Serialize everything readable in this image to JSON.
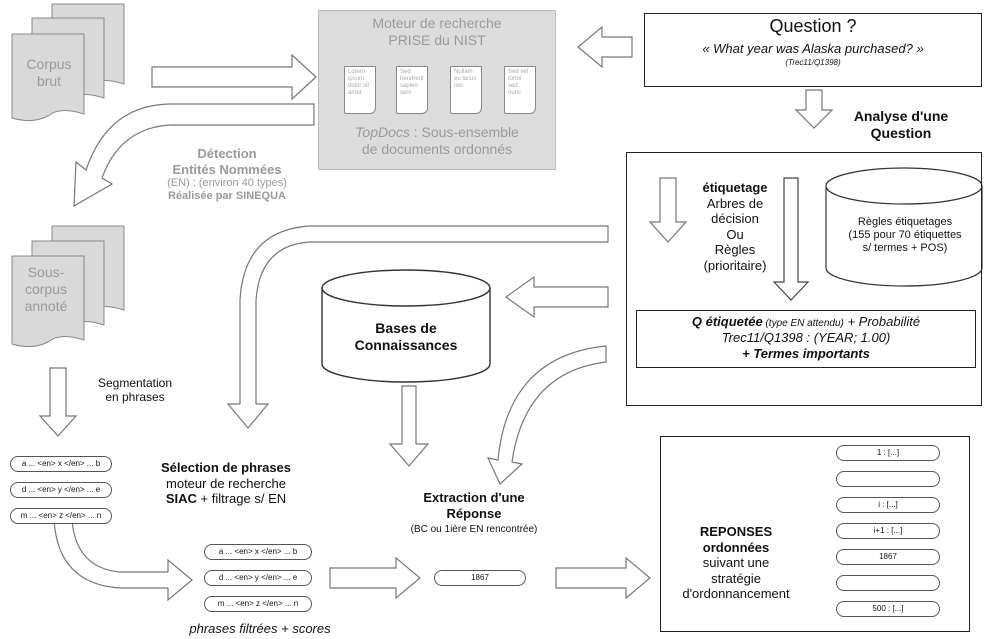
{
  "corpus": {
    "label1": "Corpus",
    "label2": "brut"
  },
  "search_engine": {
    "line1": "Moteur de recherche",
    "line2": "PRISE du NIST",
    "docs": [
      {
        "l1": "Lorem",
        "l2": "ipsum",
        "l3": "dolor sit",
        "l4": "amet"
      },
      {
        "l1": "Sed",
        "l2": "hendrerit",
        "l3": "sapien",
        "l4": "sem"
      },
      {
        "l1": "Nullam",
        "l2": "eu lacus",
        "l3": "nec",
        "l4": ""
      },
      {
        "l1": "Sed vel",
        "l2": "tortor",
        "l3": "sed",
        "l4": "nunc"
      }
    ],
    "topdocs_a": "TopDocs",
    "topdocs_b": " : Sous-ensemble",
    "topdocs_c": "de documents ordonnés"
  },
  "question": {
    "title": "Question ?",
    "quote": "« What year was Alaska purchased? »",
    "ref": "(Trec11/Q1398)"
  },
  "analyse": {
    "line1": "Analyse d'une",
    "line2": "Question"
  },
  "detection": {
    "l1": "Détection",
    "l2": "Entités Nommées",
    "l3": "(EN) ; (environ 40 types)",
    "l4": "Réalisée par SINEQUA"
  },
  "sous_corpus": {
    "l1": "Sous-",
    "l2": "corpus",
    "l3": "annoté"
  },
  "etiquetage": {
    "title": "étiquetage",
    "l1": "Arbres de",
    "l2": "décision",
    "l3": "Ou",
    "l4": "Règles",
    "l5": "(prioritaire)"
  },
  "regles": {
    "l1": "Règles étiquetages",
    "l2": "(155 pour 70 étiquettes",
    "l3": "s/ termes + POS)"
  },
  "q_etiquetee": {
    "a": "Q étiquetée",
    "b": " (type EN attendu)",
    "c": " + Probabilité",
    "line2": "Trec11/Q1398 : (YEAR; 1.00)",
    "line3": "+ Termes importants"
  },
  "bases": {
    "l1": "Bases de",
    "l2": "Connaissances"
  },
  "segmentation": {
    "l1": "Segmentation",
    "l2": "en phrases"
  },
  "sentences_left": [
    "a ... <en> x </en> ... b",
    "d ... <en> y </en> ... e",
    "m ... <en> z </en> ... n"
  ],
  "selection": {
    "l1": "Sélection de phrases",
    "l2": "moteur de recherche",
    "l3a": "SIAC",
    "l3b": " + filtrage s/ EN"
  },
  "sentences_filtered": [
    "a ... <en> x </en> ... b",
    "d ... <en> y </en> ... e",
    "m ... <en> z </en> ... n"
  ],
  "filtered_caption": "phrases filtrées  + scores",
  "extraction": {
    "l1": "Extraction d'une",
    "l2": "Réponse",
    "l3": "(BC ou 1ière EN rencontrée)",
    "answer": "1867"
  },
  "responses": {
    "l1": "REPONSES",
    "l2": "ordonnées",
    "l3": "suivant une",
    "l4": "stratégie",
    "l5": "d'ordonnancement",
    "items": [
      "1 : [...]",
      "",
      "i : [...]",
      "i+1 : [...]",
      "1867",
      "",
      "500 : [...]"
    ]
  }
}
